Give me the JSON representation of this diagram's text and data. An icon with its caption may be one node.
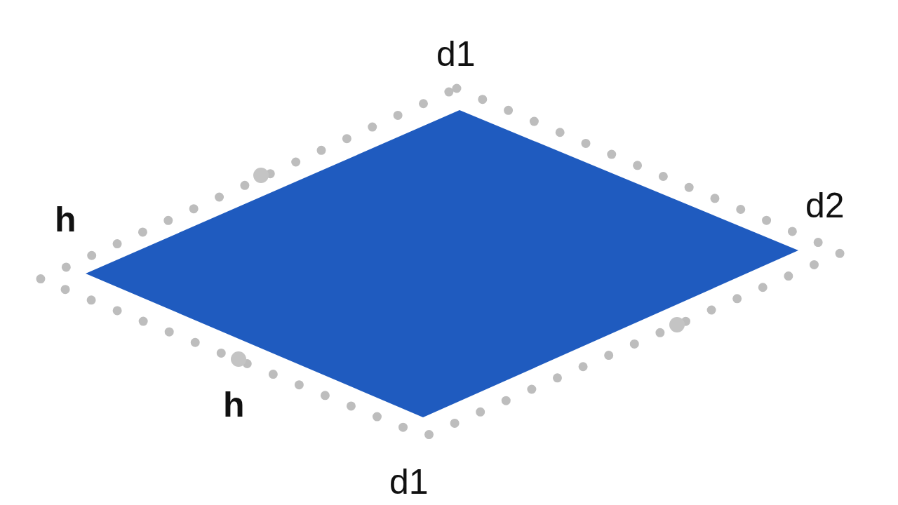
{
  "diagram": {
    "nodes": [
      {
        "text": [],
        "shape": "diamond"
      }
    ],
    "labels": [
      "d1",
      "d2",
      "h",
      "h",
      "d1"
    ]
  }
}
